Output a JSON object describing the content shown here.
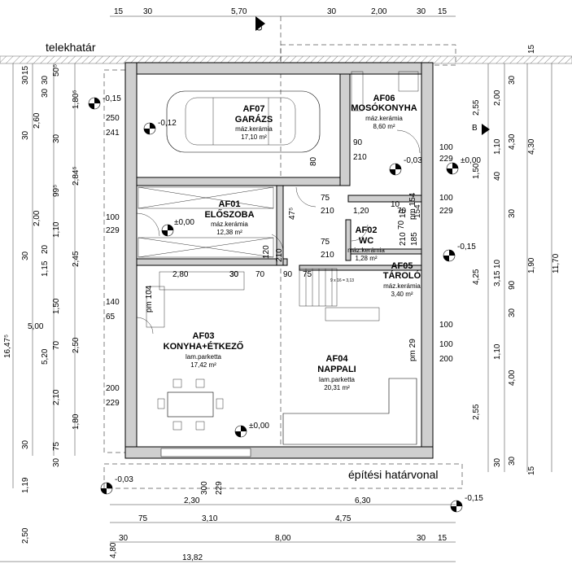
{
  "labels": {
    "telekhatar": "telekhatár",
    "epitesi": "építési határvonal",
    "north": "C",
    "section_b": "B"
  },
  "rooms": [
    {
      "code": "AF07",
      "name": "GARÁZS",
      "material": "máz.kerámia",
      "area": "17,10 m²"
    },
    {
      "code": "AF06",
      "name": "MOSÓKONYHA",
      "material": "máz.kerámia",
      "area": "8,60 m²"
    },
    {
      "code": "AF01",
      "name": "ELŐSZOBA",
      "material": "máz.kerámia",
      "area": "12,38 m²"
    },
    {
      "code": "AF02",
      "name": "WC",
      "material": "máz.kerámia",
      "area": "1,28 m²"
    },
    {
      "code": "AF05",
      "name": "TÁROLÓ",
      "material": "máz.kerámia",
      "area": "3,40 m²"
    },
    {
      "code": "AF03",
      "name": "KONYHA+ÉTKEZŐ",
      "material": "lam.parketta",
      "area": "17,42 m²"
    },
    {
      "code": "AF04",
      "name": "NAPPALI",
      "material": "lam.parketta",
      "area": "20,31 m²"
    }
  ],
  "levels": [
    "-0,15",
    "-0,12",
    "±0,00",
    "-0,03",
    "±0,00",
    "-0,15",
    "±0,00",
    "-0,03",
    "-0,15"
  ],
  "stair": "9 x 16 = 3,13",
  "dims": {
    "top": [
      "15",
      "30",
      "5,70",
      "30",
      "2,00",
      "30",
      "15"
    ],
    "bottom1": [
      "2,30",
      "6,30"
    ],
    "bottom2": [
      "75",
      "3,10",
      "4,75"
    ],
    "bottom3": [
      "30",
      "8,00",
      "30",
      "15"
    ],
    "bottom4": [
      "13,82"
    ],
    "left_a": [
      "15",
      "30",
      "1,80⁵",
      "30",
      "2,60",
      "30",
      "2,84⁵",
      "2,00",
      "30",
      "2,45",
      "5,00",
      "2,50",
      "1,80",
      "30",
      "5,20",
      "1,19"
    ],
    "left_b": [
      "30",
      "50⁵",
      "30",
      "99⁵",
      "1,10",
      "20",
      "1,15",
      "1,50",
      "70",
      "2,10",
      "75",
      "30",
      "2,50"
    ],
    "left_c": [
      "16,47⁵",
      "4,80"
    ],
    "right_a": [
      "15",
      "30",
      "2,55",
      "1,10",
      "1,50",
      "30",
      "4,25",
      "1,10",
      "2,55",
      "30",
      "15"
    ],
    "right_b": [
      "2,00",
      "40",
      "10",
      "3,15",
      "90",
      "30",
      "4,00",
      "30"
    ],
    "right_c": [
      "4,30",
      "1,90",
      "11,70",
      "4,30"
    ],
    "openings": [
      "250",
      "241",
      "100",
      "229",
      "140",
      "65",
      "200",
      "229",
      "90",
      "210",
      "80",
      "75",
      "210",
      "47⁵",
      "1,20",
      "10",
      "70",
      "154",
      "75",
      "210",
      "120",
      "210",
      "70",
      "90",
      "30",
      "75",
      "210",
      "185",
      "2,80",
      "30",
      "100",
      "229",
      "100",
      "229",
      "100",
      "200",
      "100",
      "300",
      "229",
      "pm 104",
      "pm 29",
      "pm 154",
      "70",
      "10"
    ]
  }
}
